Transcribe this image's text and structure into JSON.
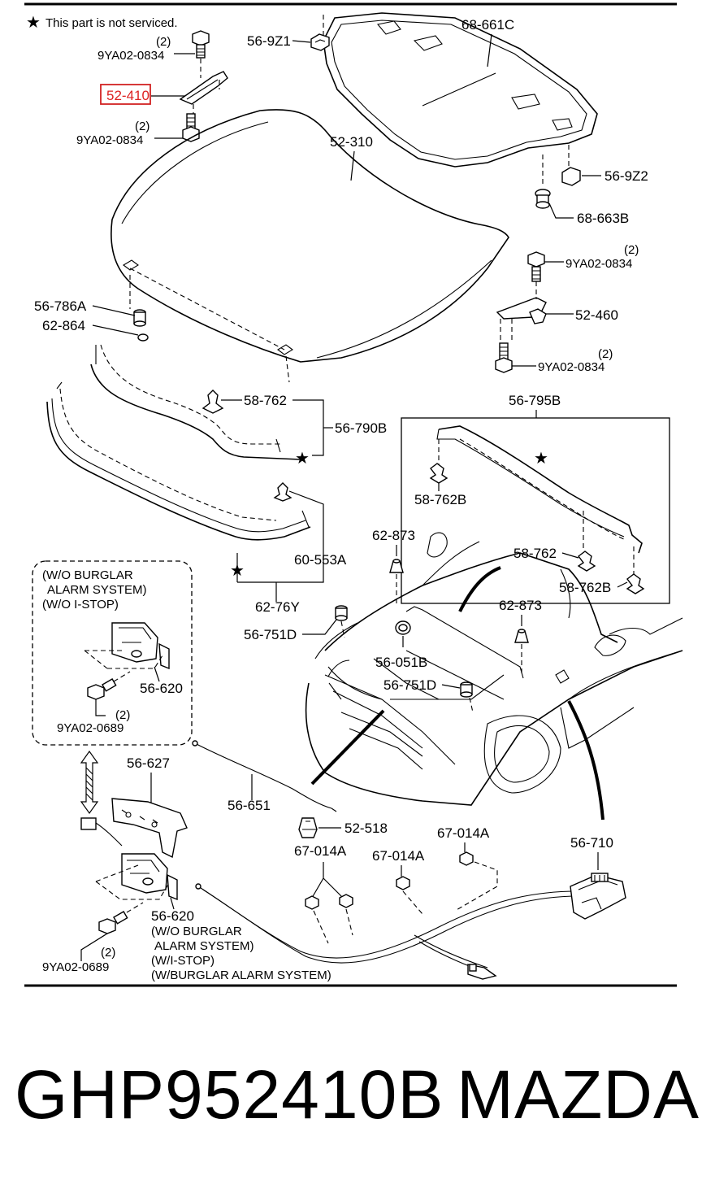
{
  "note": {
    "star_glyph": "★",
    "text": "This part is not serviced."
  },
  "highlight_color": "#d22222",
  "labels": {
    "l_52_410": "52-410",
    "l_bolt_top_qty": "(2)",
    "l_bolt_top": "9YA02-0834",
    "l_bolt_mid_qty": "(2)",
    "l_bolt_mid": "9YA02-0834",
    "l_56_9z1": "56-9Z1",
    "l_68_661c": "68-661C",
    "l_52_310": "52-310",
    "l_56_9z2": "56-9Z2",
    "l_68_663b": "68-663B",
    "l_bolt_r1_qty": "(2)",
    "l_bolt_r1": "9YA02-0834",
    "l_52_460": "52-460",
    "l_bolt_r2_qty": "(2)",
    "l_bolt_r2": "9YA02-0834",
    "l_56_786a": "56-786A",
    "l_62_864": "62-864",
    "l_58_762_a": "58-762",
    "l_56_790b": "56-790B",
    "l_56_795b": "56-795B",
    "l_58_762b_a": "58-762B",
    "l_58_762_b": "58-762",
    "l_58_762b_b": "58-762B",
    "l_60_553a": "60-553A",
    "l_62_76y": "62-76Y",
    "l_62_873_a": "62-873",
    "l_62_873_b": "62-873",
    "l_56_751d_a": "56-751D",
    "l_56_051b": "56-051B",
    "l_56_751d_b": "56-751D",
    "l_wo_burglar_1": "(W/O BURGLAR",
    "l_wo_burglar_2": "ALARM SYSTEM)",
    "l_wo_istop": "(W/O I-STOP)",
    "l_56_620_a": "56-620",
    "l_bolt_l1_qty": "(2)",
    "l_bolt_l1": "9YA02-0689",
    "l_56_627": "56-627",
    "l_56_651": "56-651",
    "l_52_518": "52-518",
    "l_67_014a_a": "67-014A",
    "l_67_014a_b": "67-014A",
    "l_67_014a_c": "67-014A",
    "l_56_710": "56-710",
    "l_56_620_b": "56-620",
    "l_wo_burglar_3": "(W/O BURGLAR",
    "l_wo_burglar_4": "ALARM SYSTEM)",
    "l_wi_stop": "(W/I-STOP)",
    "l_w_burglar": "(W/BURGLAR ALARM SYSTEM)",
    "l_bolt_l2_qty": "(2)",
    "l_bolt_l2": "9YA02-0689"
  },
  "footer": {
    "part_number": "GHP952410B",
    "brand": "MAZDA"
  }
}
